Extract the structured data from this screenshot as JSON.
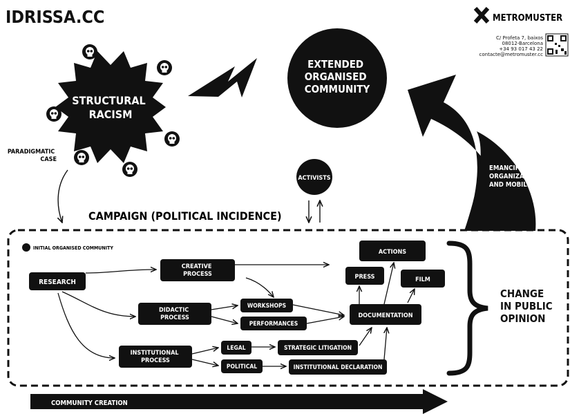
{
  "header": {
    "title": "IDRISSA.CC",
    "org_name": "METROMUSTER",
    "address_lines": [
      "C/ Profeta 7, baixos",
      "08012-Barcelona",
      "+34 93 017 43 22",
      "contacte@metromuster.cc"
    ]
  },
  "nodes": {
    "structural_racism": [
      "STRUCTURAL",
      "RACISM"
    ],
    "extended_community": [
      "EXTENDED",
      "ORGANISED",
      "COMMUNITY"
    ],
    "paradigmatic_case": [
      "PARADIGMATIC",
      "CASE"
    ],
    "activists": "ACTIVISTS",
    "campaign": "CAMPAIGN (POLITICAL INCIDENCE)",
    "emancipation": [
      "EMANCIPATION,",
      "ORGANIZATION",
      "AND MOBILIZATION"
    ],
    "initial_community": "INITIAL ORGANISED COMMUNITY",
    "research": "RESEARCH",
    "creative_process": [
      "CREATIVE",
      "PROCESS"
    ],
    "didactic_process": [
      "DIDACTIC",
      "PROCESS"
    ],
    "institutional_process": [
      "INSTITUTIONAL",
      "PROCESS"
    ],
    "workshops": "WORKSHOPS",
    "performances": "PERFORMANCES",
    "legal": "LEGAL",
    "political": "POLITICAL",
    "strategic_litigation": "STRATEGIC LITIGATION",
    "institutional_declaration": "INSTITUTIONAL DECLARATION",
    "documentation": "DOCUMENTATION",
    "press": "PRESS",
    "actions": "ACTIONS",
    "film": "FILM",
    "change": [
      "CHANGE",
      "IN PUBLIC",
      "OPINION"
    ],
    "community_creation": "COMMUNITY CREATION"
  }
}
